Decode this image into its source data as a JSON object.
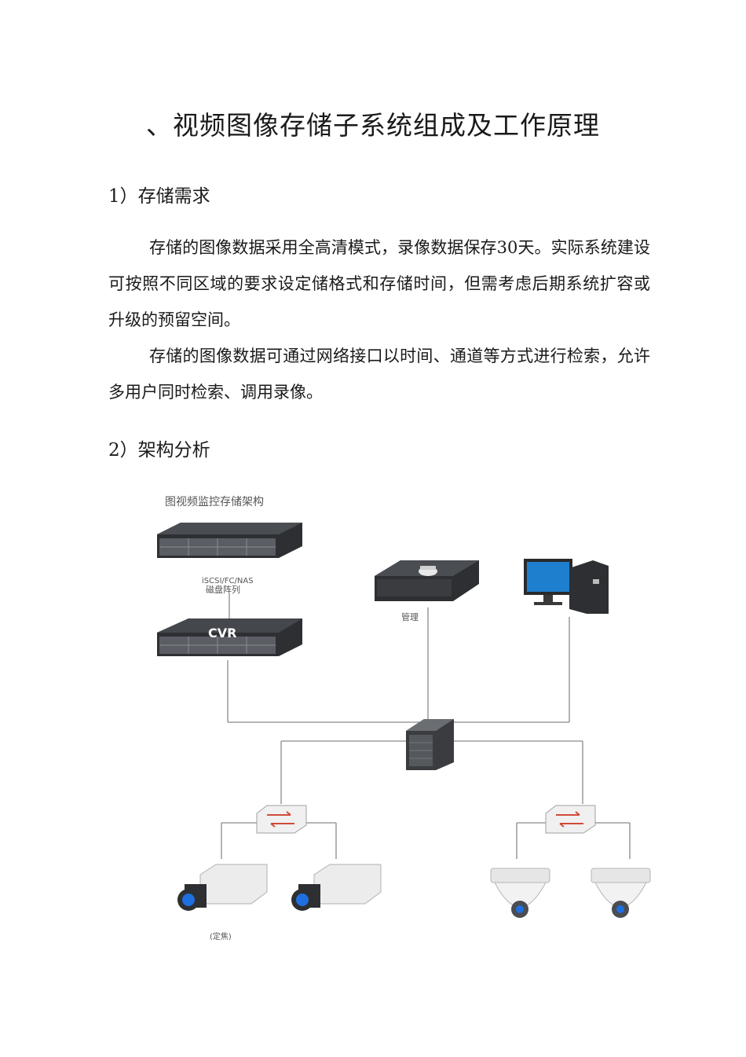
{
  "title": "、视频图像存储子系统组成及工作原理",
  "section1": {
    "heading": "1）存储需求",
    "paragraphs": [
      "存储的图像数据采用全高清模式，录像数据保存30天。实际系统建设可按照不同区域的要求设定储格式和存储时间，但需考虑后期系统扩容或升级的预留空间。",
      "存储的图像数据可通过网络接口以时间、通道等方式进行检索，允许多用户同时检索、调用录像。"
    ]
  },
  "section2": {
    "heading": "2）架构分析"
  },
  "diagram": {
    "caption": "图视频监控存储架构",
    "disk_array_protocol": "iSCSI/FC/NAS",
    "disk_array_label": "磁盘阵列",
    "cvr_text": "CVR",
    "server_label": "管理",
    "camera1_label": "(定焦)"
  },
  "colors": {
    "line": "#8a8a8a",
    "device_dark": "#2d2f33",
    "accent_red": "#d24a3a",
    "screen_blue": "#1f7fcf",
    "lens_blue": "#1e6fe0"
  }
}
